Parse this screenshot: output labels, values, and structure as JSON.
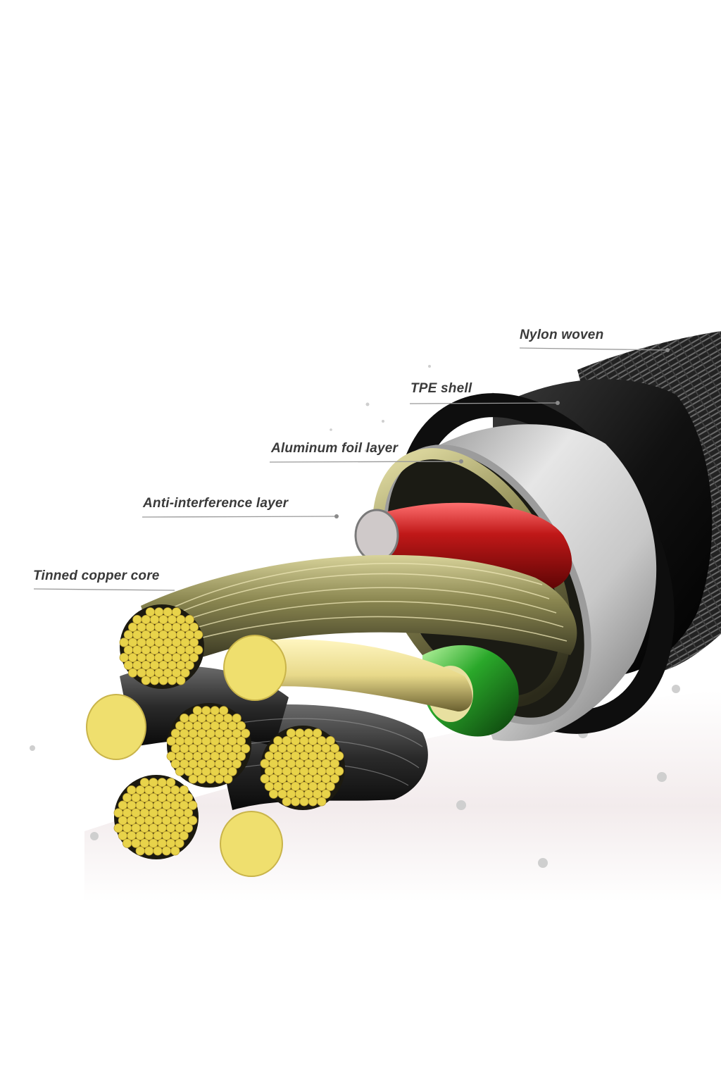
{
  "diagram": {
    "labels": [
      {
        "id": "nylon",
        "text": "Nylon woven"
      },
      {
        "id": "tpe",
        "text": "TPE shell"
      },
      {
        "id": "foil",
        "text": "Aluminum foil layer"
      },
      {
        "id": "anti",
        "text": "Anti-interference layer"
      },
      {
        "id": "core",
        "text": "Tinned copper core"
      }
    ],
    "colors": {
      "copper": "#e8d34a",
      "red_wire": "#9a1010",
      "green_wire": "#1f8a1f",
      "tpe_shell": "#1a1a1a",
      "foil": "#b9b9b9",
      "braid": "#7a7a50"
    }
  }
}
